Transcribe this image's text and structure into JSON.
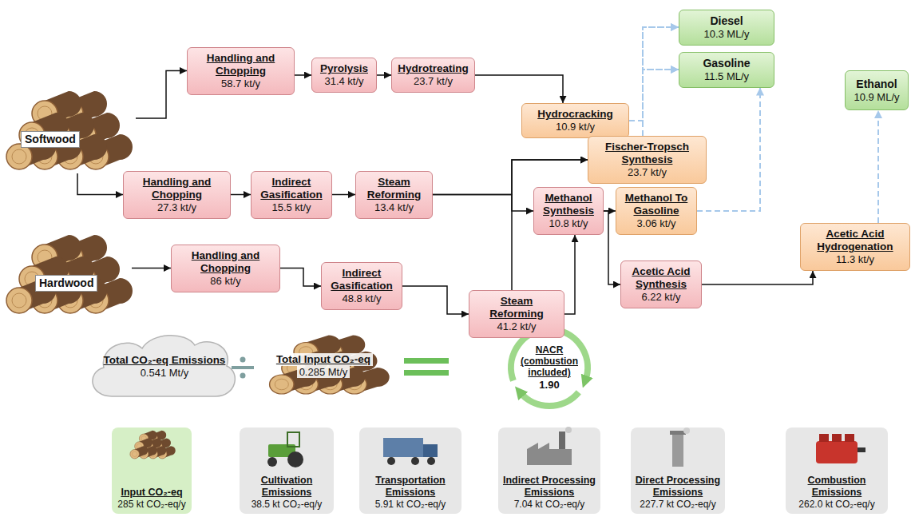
{
  "diagram": {
    "nodes": [
      {
        "text": [
          "Softwood"
        ]
      },
      {
        "text": [
          "Handling and Chopping",
          "58.7 kt/y"
        ]
      },
      {
        "text": [
          "Pyrolysis",
          "31.4 kt/y"
        ]
      },
      {
        "text": [
          "Hydrotreating",
          "23.7 kt/y"
        ]
      },
      {
        "text": [
          "Hydrocracking",
          "10.9 kt/y"
        ]
      },
      {
        "text": [
          "Diesel",
          "10.3 ML/y"
        ]
      },
      {
        "text": [
          "Gasoline",
          "11.5 ML/y"
        ]
      },
      {
        "text": [
          "Ethanol",
          "10.9 ML/y"
        ]
      },
      {
        "text": [
          "Handling and Chopping",
          "27.3 kt/y"
        ]
      },
      {
        "text": [
          "Indirect Gasification",
          "15.5 kt/y"
        ]
      },
      {
        "text": [
          "Steam Reforming",
          "13.4 kt/y"
        ]
      },
      {
        "text": [
          "Fischer-Tropsch Synthesis",
          "23.7 kt/y"
        ]
      },
      {
        "text": [
          "Methanol Synthesis",
          "10.8 kt/y"
        ]
      },
      {
        "text": [
          "Methanol To Gasoline",
          "3.06 kt/y"
        ]
      },
      {
        "text": [
          "Hardwood"
        ]
      },
      {
        "text": [
          "Handling and Chopping",
          "86 kt/y"
        ]
      },
      {
        "text": [
          "Indirect Gasification",
          "48.8 kt/y"
        ]
      },
      {
        "text": [
          "Steam Reforming",
          "41.2 kt/y"
        ]
      },
      {
        "text": [
          "Acetic Acid Synthesis",
          "6.22 kt/y"
        ]
      },
      {
        "text": [
          "Acetic Acid Hydrogenation",
          "11.3 kt/y"
        ]
      },
      {
        "text": [
          "Total CO₂-eq Emissions",
          "0.541 Mt/y"
        ]
      },
      {
        "text": [
          "Total Input CO₂-eq",
          "0.285 Mt/y"
        ]
      },
      {
        "text": [
          "NACR (combustion included)",
          "1.90"
        ]
      },
      {
        "text": [
          "Input CO₂-eq",
          "285 kt CO₂-eq/y"
        ]
      },
      {
        "text": [
          "Cultivation Emissions",
          "38.5 kt CO₂-eq/y"
        ]
      },
      {
        "text": [
          "Transportation Emissions",
          "5.91 kt CO₂-eq/y"
        ]
      },
      {
        "text": [
          "Indirect Processing Emissions",
          "7.04 kt CO₂-eq/y"
        ]
      },
      {
        "text": [
          "Direct Processing Emissions",
          "227.7 kt CO₂-eq/y"
        ]
      },
      {
        "text": [
          "Combustion Emissions",
          "262.0 kt CO₂-eq/y"
        ]
      }
    ],
    "edges": [
      {
        "from": 0,
        "to": 1,
        "arrow": "to"
      },
      {
        "from": 0,
        "to": 8,
        "arrow": "to"
      },
      {
        "from": 1,
        "to": 2,
        "arrow": "to"
      },
      {
        "from": 2,
        "to": 3,
        "arrow": "to"
      },
      {
        "from": 3,
        "to": 4,
        "arrow": "to"
      },
      {
        "from": 4,
        "to": 5,
        "arrow": "to"
      },
      {
        "from": 4,
        "to": 6,
        "arrow": "to"
      },
      {
        "from": 8,
        "to": 9,
        "arrow": "to"
      },
      {
        "from": 9,
        "to": 10,
        "arrow": "to"
      },
      {
        "from": 10,
        "to": 11,
        "arrow": "to"
      },
      {
        "from": 10,
        "to": 12,
        "arrow": "to"
      },
      {
        "from": 11,
        "to": 5,
        "arrow": "to"
      },
      {
        "from": 11,
        "to": 6,
        "arrow": "to"
      },
      {
        "from": 12,
        "to": 13,
        "arrow": "to"
      },
      {
        "from": 12,
        "to": 18,
        "arrow": "to"
      },
      {
        "from": 13,
        "to": 6,
        "arrow": "to"
      },
      {
        "from": 14,
        "to": 15,
        "arrow": "to"
      },
      {
        "from": 15,
        "to": 16,
        "arrow": "to"
      },
      {
        "from": 16,
        "to": 17,
        "arrow": "to"
      },
      {
        "from": 17,
        "to": 11,
        "arrow": "to"
      },
      {
        "from": 17,
        "to": 12,
        "arrow": "to"
      },
      {
        "from": 18,
        "to": 19,
        "arrow": "to"
      },
      {
        "from": 19,
        "to": 7,
        "arrow": "to"
      }
    ]
  }
}
